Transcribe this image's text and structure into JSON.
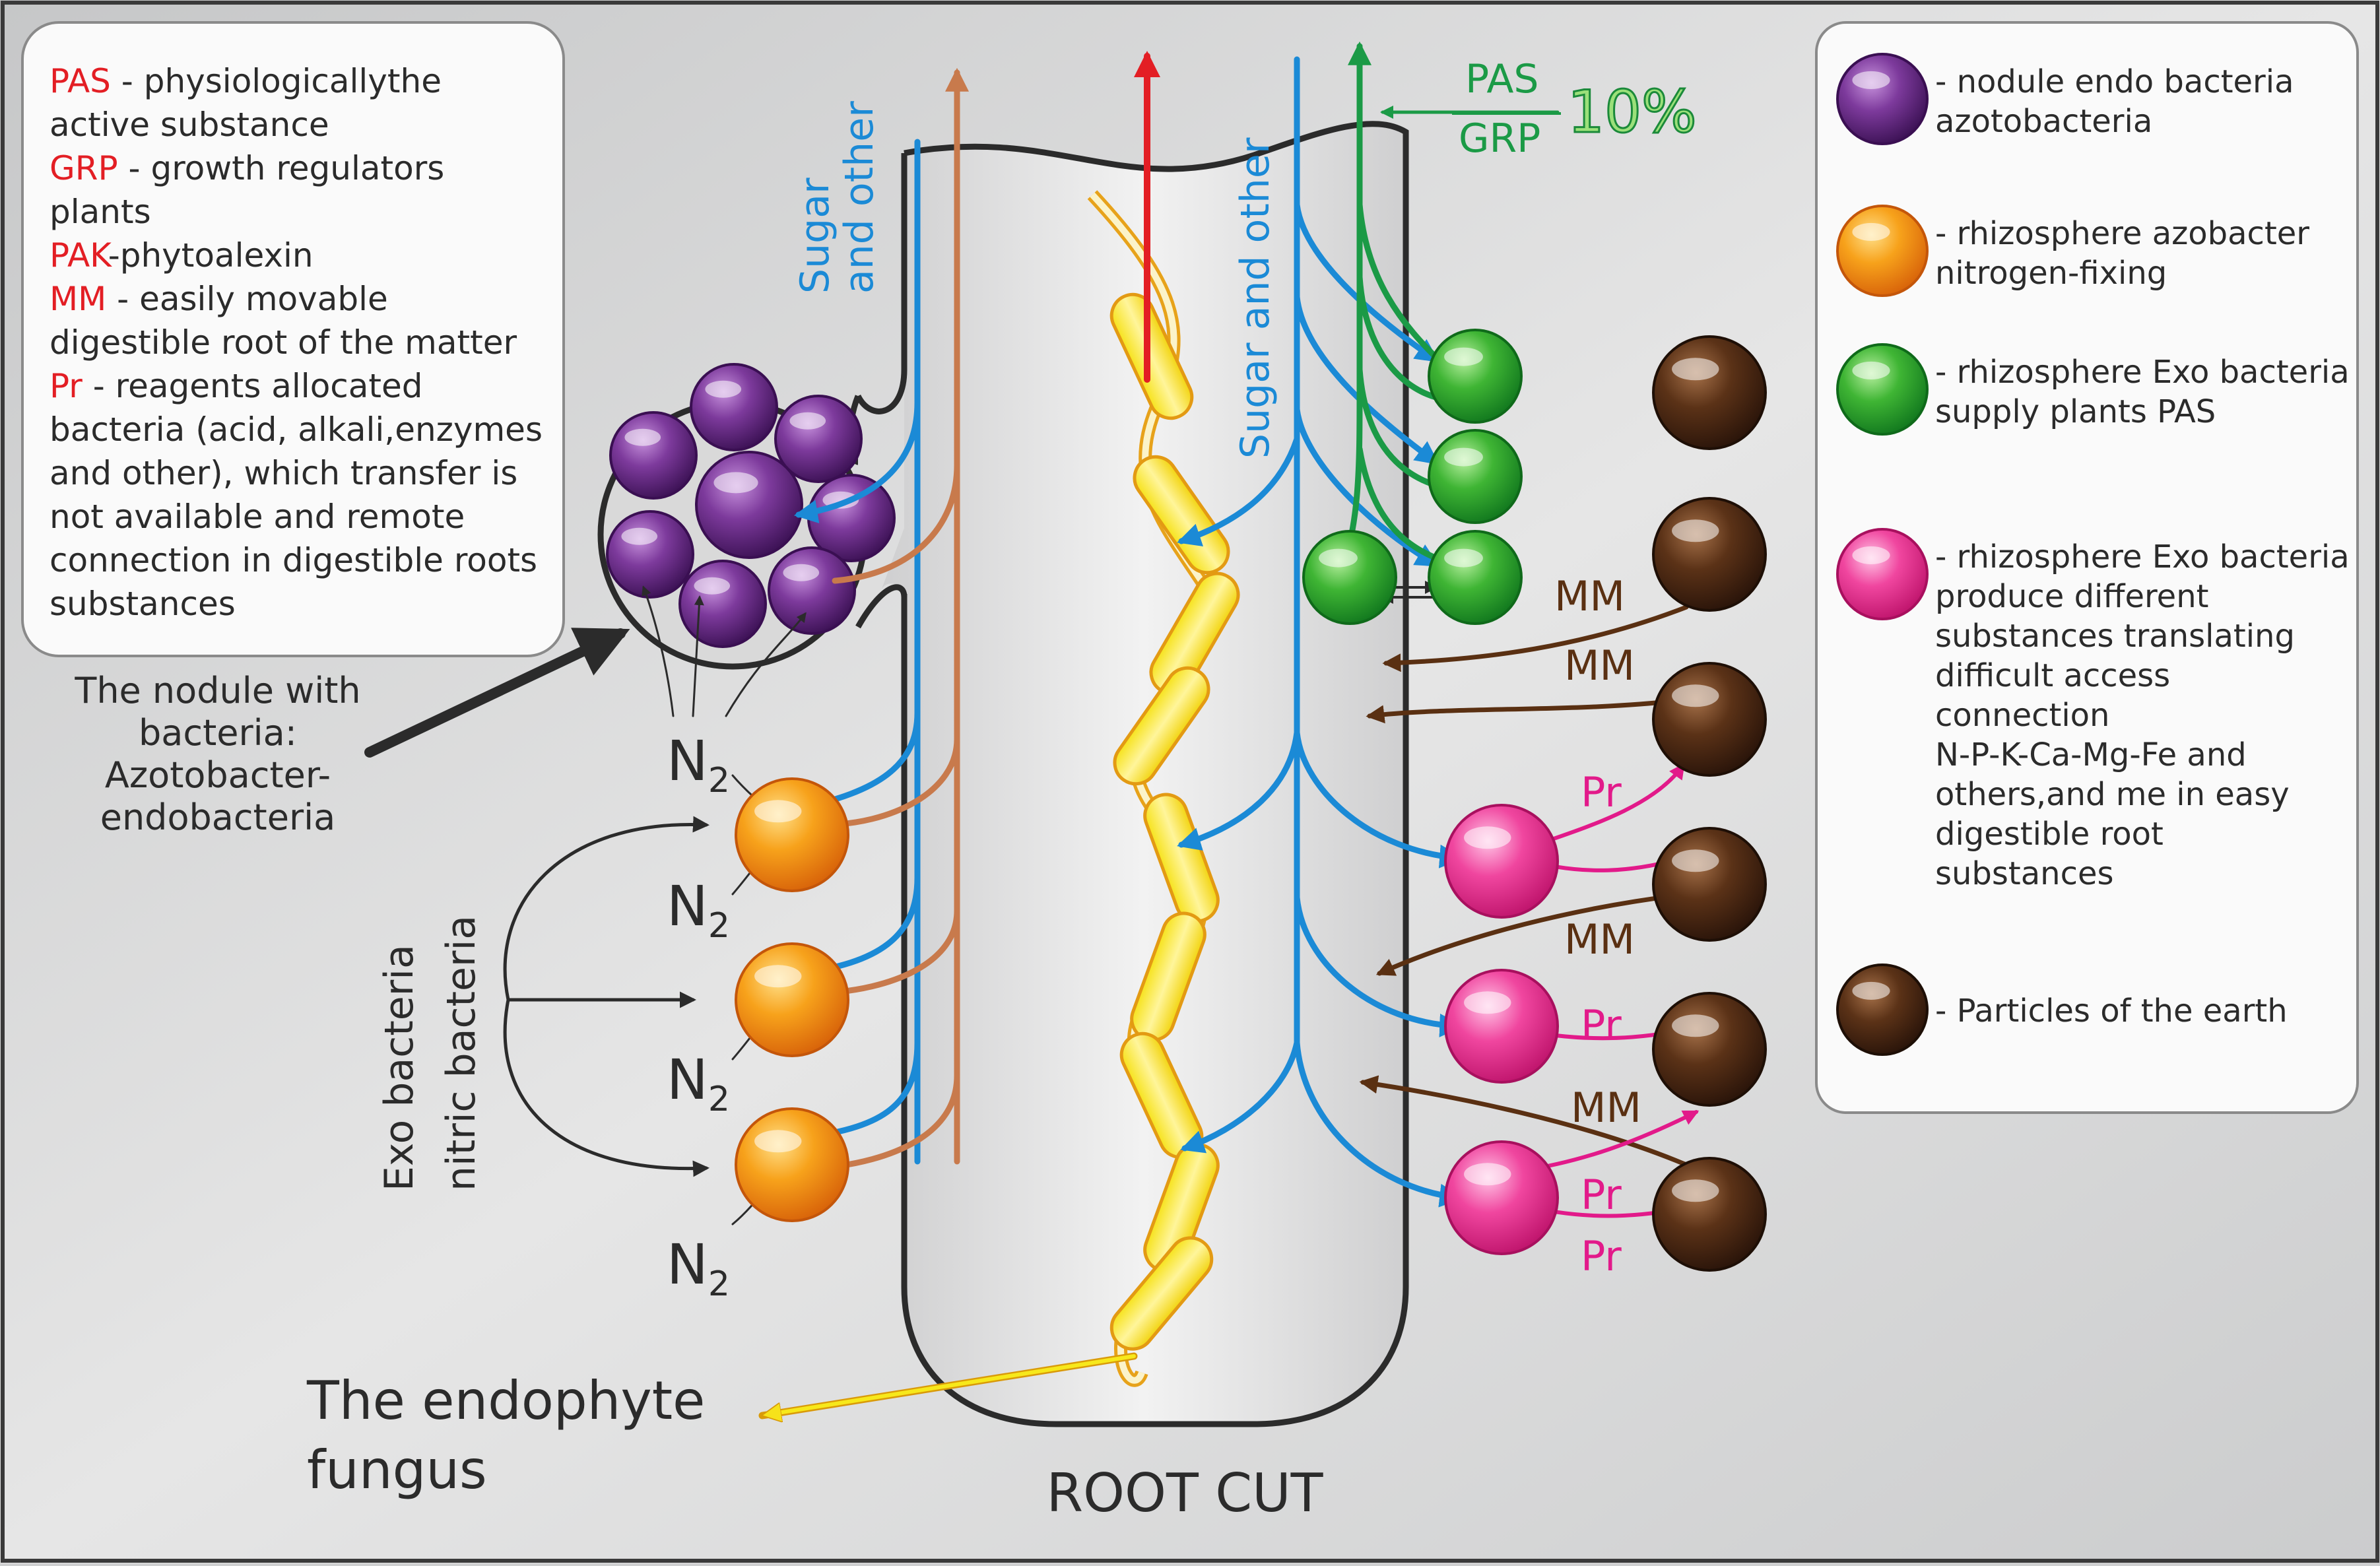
{
  "glossary": {
    "entries": [
      {
        "abbr": "PAS",
        "lines": [
          "physiologicallythe",
          "active substance"
        ]
      },
      {
        "abbr": "GRP",
        "lines": [
          "growth regulators",
          " plants"
        ]
      },
      {
        "abbr": "PAK",
        "lines": [
          "phytoalexin"
        ]
      },
      {
        "abbr": "MM",
        "lines": [
          "easily movable",
          "digestible root of the matter"
        ]
      },
      {
        "abbr": "Pr",
        "lines": [
          "reagents allocated",
          "bacteria (acid, alkali,enzymes",
          "and other), which transfer is",
          "not available and remote",
          "connection in digestible roots",
          "substances"
        ]
      }
    ]
  },
  "legend": {
    "items": [
      {
        "color": "purple",
        "lines": [
          "- nodule endo bacteria",
          "azotobacteria"
        ]
      },
      {
        "color": "orange",
        "lines": [
          "- rhizosphere azobacter",
          "nitrogen-fixing"
        ]
      },
      {
        "color": "green",
        "lines": [
          "- rhizosphere Exo bacteria",
          "supply plants PAS"
        ]
      },
      {
        "color": "pink",
        "lines": [
          "- rhizosphere Exo bacteria",
          "produce different",
          "substances translating",
          "difficult access",
          "connection",
          "N-P-K-Ca-Mg-Fe and",
          "others,and me in easy",
          "digestible root",
          "substances"
        ]
      },
      {
        "color": "brown",
        "lines": [
          "- Particles of the earth"
        ]
      }
    ]
  },
  "labels": {
    "nodule": [
      "The nodule with",
      "bacteria:",
      "Azotobacter-",
      "endobacteria"
    ],
    "exo": [
      "Exo bacteria",
      "nitric bacteria"
    ],
    "sugar_left": [
      "Sugar",
      "and other"
    ],
    "sugar_right": "Sugar and other",
    "pas": "PAS",
    "grp": "GRP",
    "pct": "10%",
    "mm": "MM",
    "pr": "Pr",
    "n2_main": "N",
    "n2_sub": "2",
    "endophyte": [
      "The endophyte",
      "fungus"
    ],
    "root_cut": "ROOT CUT"
  },
  "colors": {
    "red": "#e31e24",
    "blue": "#1b8ad6",
    "orange_brown": "#c87a4c",
    "green": "#1b9a46",
    "brown": "#5a3012",
    "magenta": "#e21a8a",
    "yellow": "#f7e81b",
    "dark": "#2b2b2b"
  }
}
